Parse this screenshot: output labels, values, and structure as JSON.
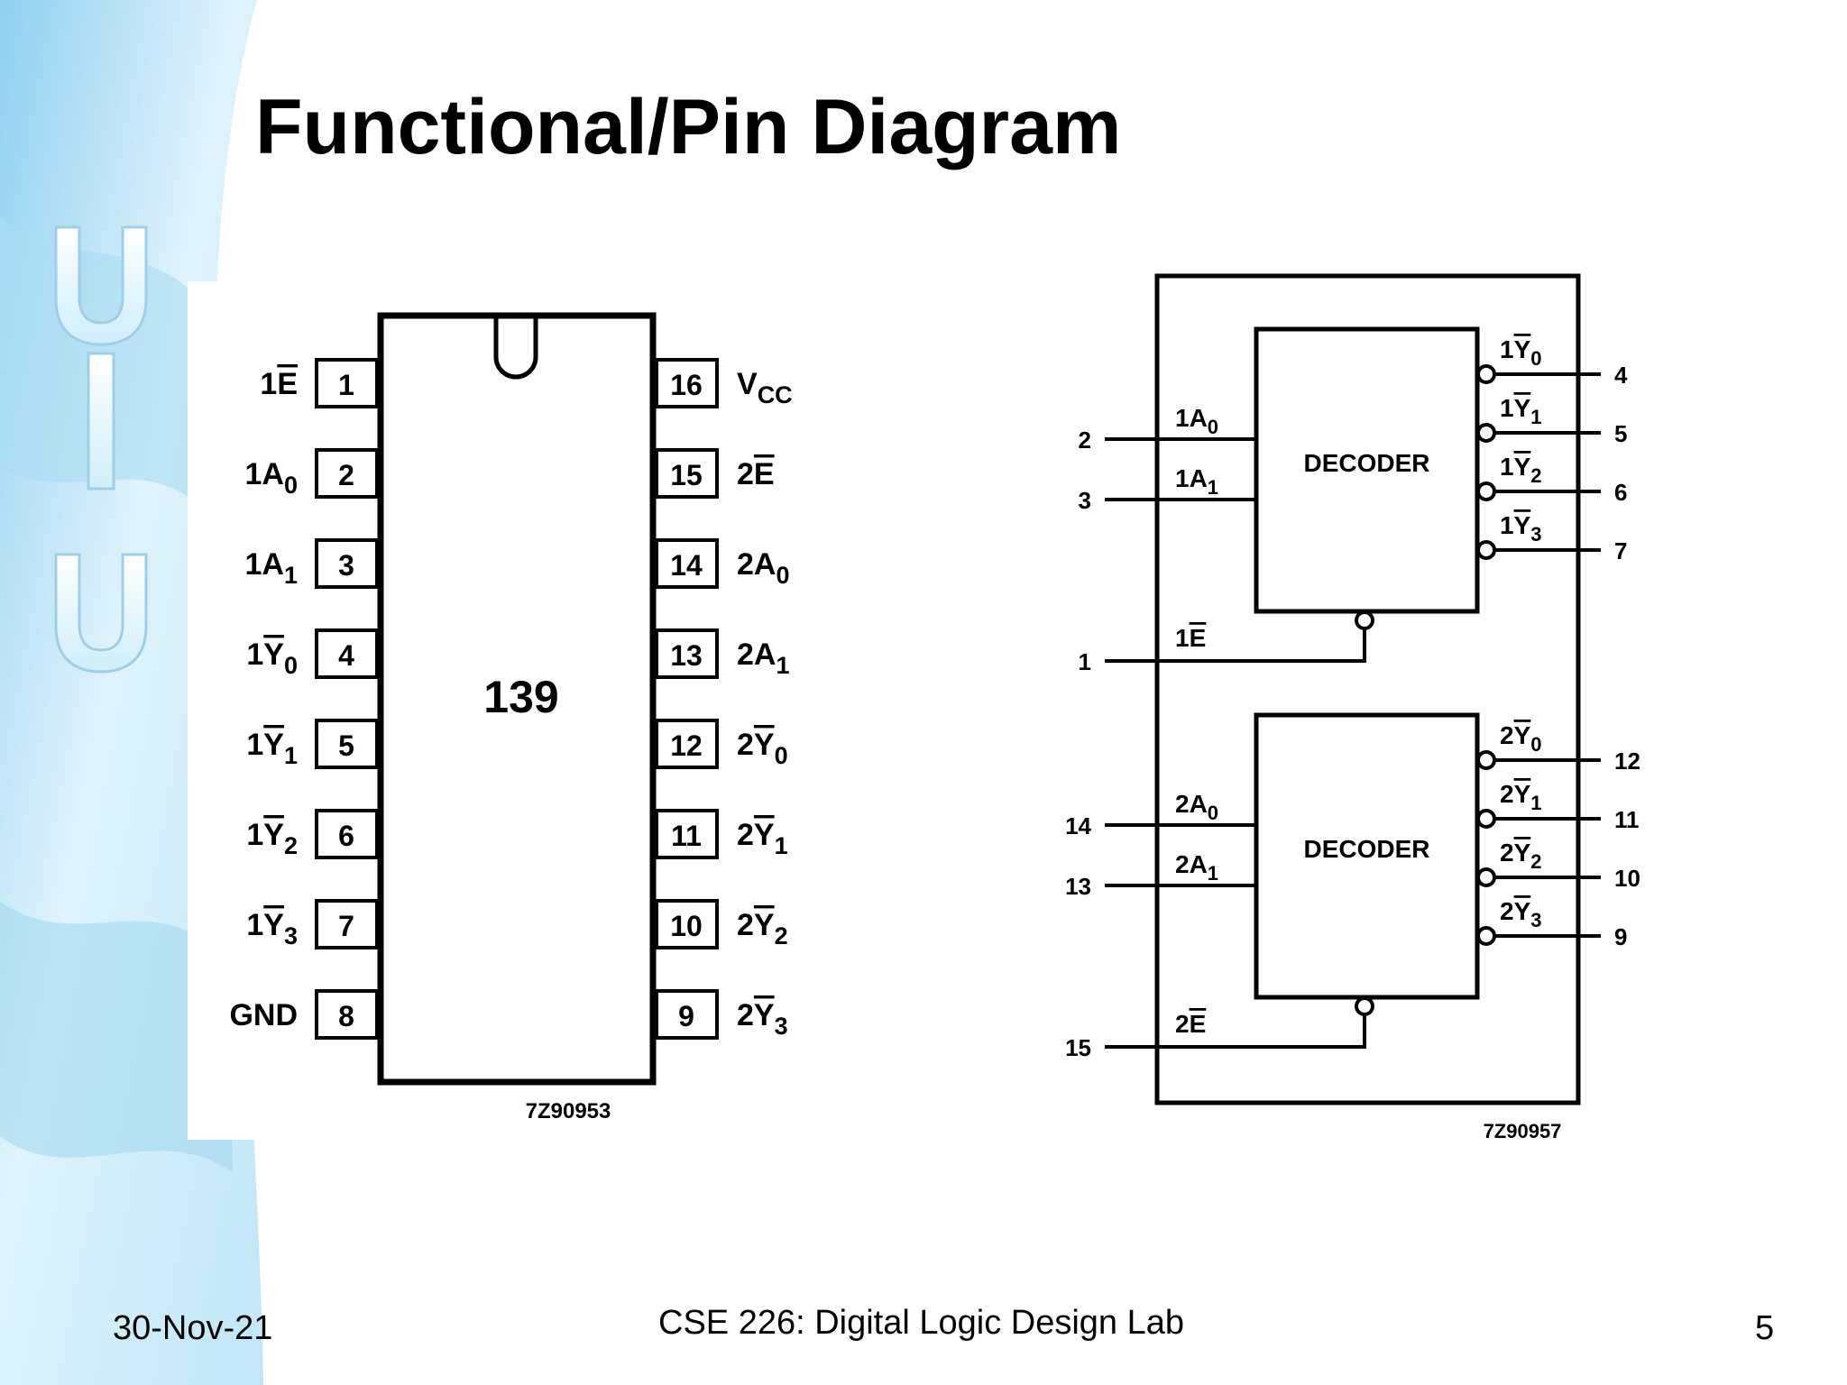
{
  "slide": {
    "title": "Functional/Pin Diagram",
    "logo_letters": [
      "U",
      "I",
      "U"
    ],
    "footer": {
      "date": "30-Nov-21",
      "course": "CSE 226: Digital Logic Design Lab",
      "page": "5"
    }
  },
  "pin_diagram": {
    "chip_label": "139",
    "part_code": "7Z90953",
    "left_pins": [
      {
        "number": "1",
        "name": "1",
        "name_sub": "",
        "overline": "E"
      },
      {
        "number": "2",
        "name": "1A",
        "name_sub": "0",
        "overline": ""
      },
      {
        "number": "3",
        "name": "1A",
        "name_sub": "1",
        "overline": ""
      },
      {
        "number": "4",
        "name": "1",
        "name_sub": "0",
        "overline": "Y"
      },
      {
        "number": "5",
        "name": "1",
        "name_sub": "1",
        "overline": "Y"
      },
      {
        "number": "6",
        "name": "1",
        "name_sub": "2",
        "overline": "Y"
      },
      {
        "number": "7",
        "name": "1",
        "name_sub": "3",
        "overline": "Y"
      },
      {
        "number": "8",
        "name": "GND",
        "name_sub": "",
        "overline": ""
      }
    ],
    "right_pins": [
      {
        "number": "16",
        "name": "V",
        "name_sub": "CC",
        "overline": ""
      },
      {
        "number": "15",
        "name": "2",
        "name_sub": "",
        "overline": "E"
      },
      {
        "number": "14",
        "name": "2A",
        "name_sub": "0",
        "overline": ""
      },
      {
        "number": "13",
        "name": "2A",
        "name_sub": "1",
        "overline": ""
      },
      {
        "number": "12",
        "name": "2",
        "name_sub": "0",
        "overline": "Y"
      },
      {
        "number": "11",
        "name": "2",
        "name_sub": "1",
        "overline": "Y"
      },
      {
        "number": "10",
        "name": "2",
        "name_sub": "2",
        "overline": "Y"
      },
      {
        "number": "9",
        "name": "2",
        "name_sub": "3",
        "overline": "Y"
      }
    ]
  },
  "functional_diagram": {
    "part_code": "7Z90957",
    "decoders": [
      {
        "label": "DECODER",
        "inputs": [
          {
            "pin": "2",
            "name": "1A",
            "sub": "0"
          },
          {
            "pin": "3",
            "name": "1A",
            "sub": "1"
          }
        ],
        "enable": {
          "pin": "1",
          "name": "1",
          "overline": "E"
        },
        "outputs": [
          {
            "pin": "4",
            "name": "1",
            "overline": "Y",
            "sub": "0"
          },
          {
            "pin": "5",
            "name": "1",
            "overline": "Y",
            "sub": "1"
          },
          {
            "pin": "6",
            "name": "1",
            "overline": "Y",
            "sub": "2"
          },
          {
            "pin": "7",
            "name": "1",
            "overline": "Y",
            "sub": "3"
          }
        ]
      },
      {
        "label": "DECODER",
        "inputs": [
          {
            "pin": "14",
            "name": "2A",
            "sub": "0"
          },
          {
            "pin": "13",
            "name": "2A",
            "sub": "1"
          }
        ],
        "enable": {
          "pin": "15",
          "name": "2",
          "overline": "E"
        },
        "outputs": [
          {
            "pin": "12",
            "name": "2",
            "overline": "Y",
            "sub": "0"
          },
          {
            "pin": "11",
            "name": "2",
            "overline": "Y",
            "sub": "1"
          },
          {
            "pin": "10",
            "name": "2",
            "overline": "Y",
            "sub": "2"
          },
          {
            "pin": "9",
            "name": "2",
            "overline": "Y",
            "sub": "3"
          }
        ]
      }
    ]
  }
}
